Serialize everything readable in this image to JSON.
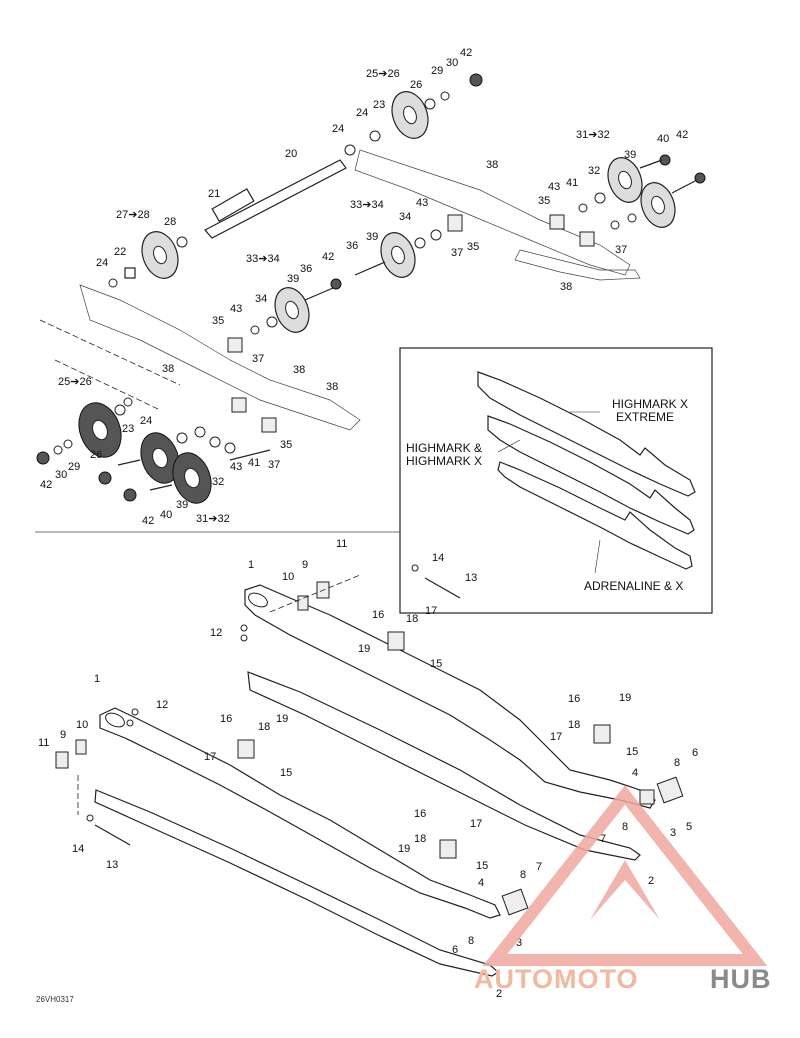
{
  "diagram": {
    "footer_ref": "26VH0317",
    "watermark": {
      "part1": "AUTOMOTO",
      "part2": "HUB"
    },
    "inset_labels": {
      "highmark_x_extreme_1": "HIGHMARK X",
      "highmark_x_extreme_2": "EXTREME",
      "highmark_1": "HIGHMARK &",
      "highmark_2": "HIGHMARK X",
      "adrenaline": "ADRENALINE & X"
    },
    "upper_callouts": {
      "c25_26_top": "25➔26",
      "c42_top": "42",
      "c30_top": "30",
      "c29_top": "29",
      "c26_top": "26",
      "c24_a": "24",
      "c23_a": "23",
      "c24_b": "24",
      "c20": "20",
      "c21": "21",
      "c27_28": "27➔28",
      "c28": "28",
      "c24_c": "24",
      "c22": "22",
      "c31_32_r": "31➔32",
      "c42_r": "42",
      "c40_r": "40",
      "c39_r": "39",
      "c32_r": "32",
      "c43_r": "43",
      "c41_r": "41",
      "c35_r": "35",
      "c37_r": "37",
      "c38_r1": "38",
      "c38_r2": "38",
      "c33_34_a": "33➔34",
      "c43_a": "43",
      "c34_a": "34",
      "c36_a": "36",
      "c39_a": "39",
      "c35_a": "35",
      "c37_a": "37",
      "c33_34_b": "33➔34",
      "c39_b": "39",
      "c36_b": "36",
      "c42_b": "42",
      "c34_b": "34",
      "c43_b": "43",
      "c35_b": "35",
      "c37_b": "37",
      "c38_b": "38",
      "c38_c": "38",
      "c38_d": "38",
      "c25_26_l": "25➔26",
      "c24_l": "24",
      "c23_l": "23",
      "c26_l": "26",
      "c42_l": "42",
      "c30_l": "30",
      "c29_l": "29",
      "c43_l": "43",
      "c41_l": "41",
      "c35_l": "35",
      "c37_l": "37",
      "c32_l": "32",
      "c39_l": "39",
      "c40_l": "40",
      "c42_l2": "42",
      "c31_32_l": "31➔32"
    },
    "lower_callouts": {
      "r1": "1",
      "r9": "9",
      "r10": "10",
      "r11": "11",
      "r12": "12",
      "r14": "14",
      "r13": "13",
      "r16": "16",
      "r18": "18",
      "r17": "17",
      "r19": "19",
      "r15": "15",
      "r16b": "16",
      "r18b": "18",
      "r19b": "19",
      "r17b": "17",
      "r15b": "15",
      "r4": "4",
      "r8": "8",
      "r6": "6",
      "r5": "5",
      "r8b": "8",
      "r3": "3",
      "r7": "7",
      "r2": "2",
      "l1": "1",
      "l12": "12",
      "l11": "11",
      "l9": "9",
      "l10": "10",
      "l14": "14",
      "l13": "13",
      "l16": "16",
      "l18": "18",
      "l19": "19",
      "l17": "17",
      "l15": "15",
      "l16b": "16",
      "l18b": "18",
      "l17b": "17",
      "l19b": "19",
      "l15b": "15",
      "l4": "4",
      "l8": "8",
      "l7": "7",
      "l6": "6",
      "l8b": "8",
      "l3": "3",
      "l2": "2"
    }
  }
}
